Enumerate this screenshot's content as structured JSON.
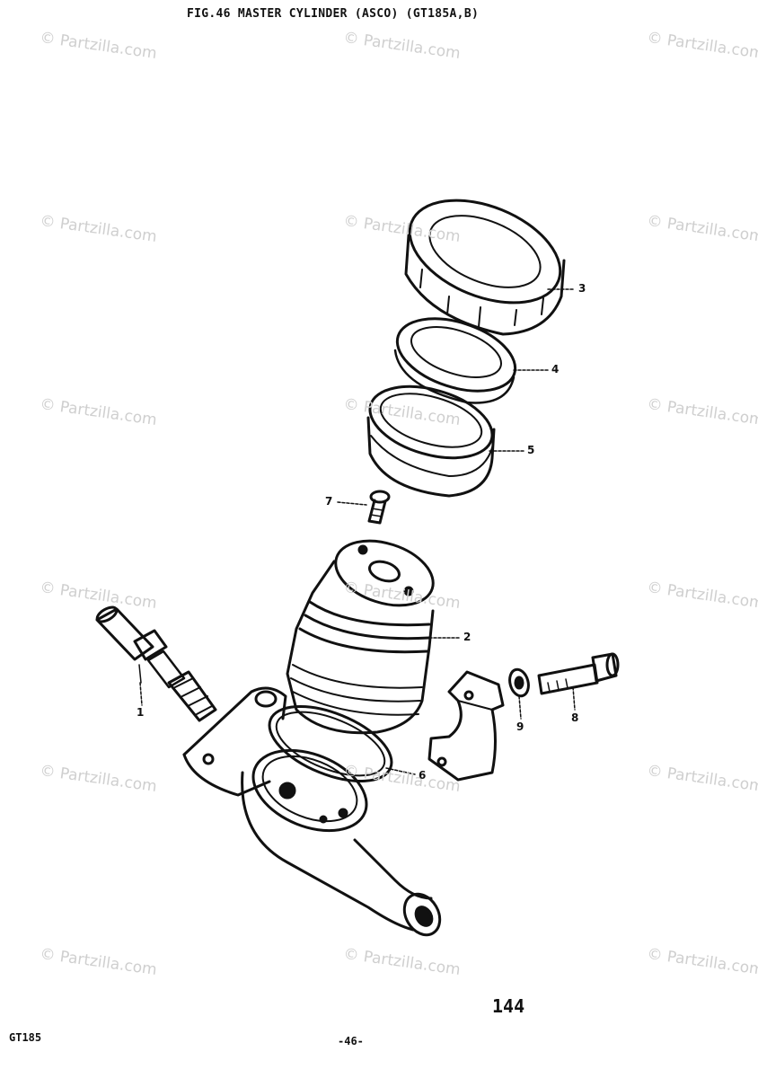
{
  "header": {
    "title": "FIG.46  MASTER CYLINDER (ASCO) (GT185A,B)"
  },
  "footer": {
    "page_number": "144",
    "model": "GT185",
    "page_bottom": "-46-"
  },
  "watermark": {
    "text": "© Partzilla.com"
  },
  "callouts": [
    "1",
    "2",
    "3",
    "4",
    "5",
    "6",
    "7",
    "8",
    "9"
  ]
}
